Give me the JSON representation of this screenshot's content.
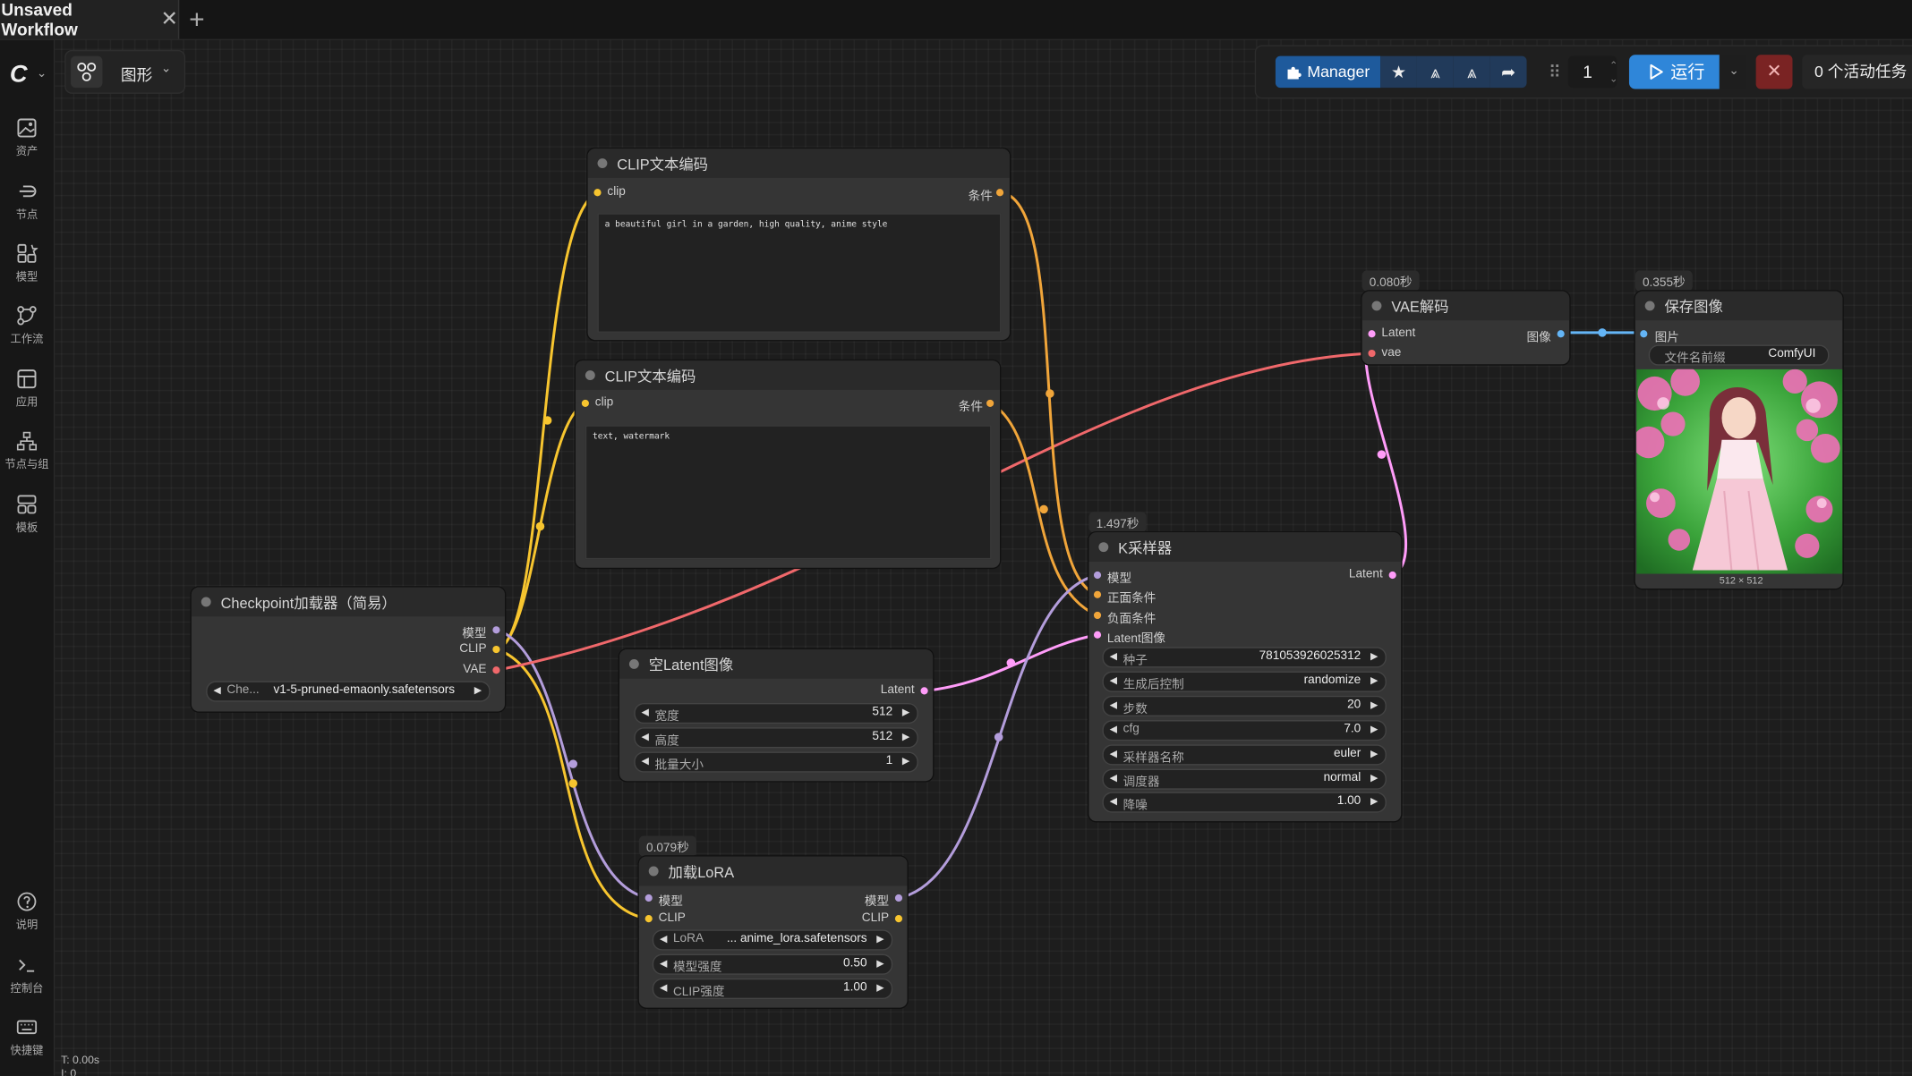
{
  "tabs": {
    "active": "Unsaved Workflow"
  },
  "sidebar": {
    "items": [
      {
        "label": "资产",
        "icon": "image-icon"
      },
      {
        "label": "节点",
        "icon": "node-icon"
      },
      {
        "label": "模型",
        "icon": "model-icon"
      },
      {
        "label": "工作流",
        "icon": "workflow-icon"
      },
      {
        "label": "应用",
        "icon": "app-icon"
      },
      {
        "label": "节点与组",
        "icon": "group-icon"
      },
      {
        "label": "模板",
        "icon": "template-icon"
      }
    ],
    "bottom": [
      {
        "label": "说明",
        "icon": "help-icon"
      },
      {
        "label": "控制台",
        "icon": "console-icon"
      },
      {
        "label": "快捷键",
        "icon": "keyboard-icon"
      }
    ]
  },
  "mode": {
    "label": "图形"
  },
  "toolbar": {
    "manager": "Manager",
    "batch": "1",
    "run": "运行",
    "queue": "0 个活动任务"
  },
  "nodes": {
    "clip1": {
      "title": "CLIP文本编码",
      "input": "clip",
      "output": "条件",
      "text": "a beautiful girl in a garden, high quality, anime style"
    },
    "clip2": {
      "title": "CLIP文本编码",
      "input": "clip",
      "output": "条件",
      "text": "text, watermark"
    },
    "checkpoint": {
      "title": "Checkpoint加载器（简易）",
      "outputs": [
        "模型",
        "CLIP",
        "VAE"
      ],
      "ckpt_label": "Che...",
      "ckpt_value": "v1-5-pruned-emaonly.safetensors"
    },
    "latent": {
      "title": "空Latent图像",
      "output": "Latent",
      "widgets": [
        {
          "label": "宽度",
          "value": "512"
        },
        {
          "label": "高度",
          "value": "512"
        },
        {
          "label": "批量大小",
          "value": "1"
        }
      ]
    },
    "ksampler": {
      "title": "K采样器",
      "time": "1.497秒",
      "inputs": [
        "模型",
        "正面条件",
        "负面条件",
        "Latent图像"
      ],
      "output": "Latent",
      "widgets": [
        {
          "label": "种子",
          "value": "781053926025312"
        },
        {
          "label": "生成后控制",
          "value": "randomize"
        },
        {
          "label": "步数",
          "value": "20"
        },
        {
          "label": "cfg",
          "value": "7.0"
        },
        {
          "label": "采样器名称",
          "value": "euler"
        },
        {
          "label": "调度器",
          "value": "normal"
        },
        {
          "label": "降噪",
          "value": "1.00"
        }
      ]
    },
    "vae": {
      "title": "VAE解码",
      "time": "0.080秒",
      "inputs": [
        "Latent",
        "vae"
      ],
      "output": "图像"
    },
    "save": {
      "title": "保存图像",
      "time": "0.355秒",
      "input": "图片",
      "prefix_label": "文件名前缀",
      "prefix_value": "ComfyUI",
      "image_size": "512 × 512"
    },
    "lora": {
      "title": "加载LoRA",
      "time": "0.079秒",
      "inputs": [
        "模型",
        "CLIP"
      ],
      "outputs": [
        "模型",
        "CLIP"
      ],
      "widgets": [
        {
          "label": "LoRA",
          "value": "... anime_lora.safetensors"
        },
        {
          "label": "模型强度",
          "value": "0.50"
        },
        {
          "label": "CLIP强度",
          "value": "1.00"
        }
      ]
    }
  },
  "status": {
    "line1": "T: 0.00s",
    "line2": "I: 0"
  },
  "colors": {
    "clip": "#f7c52f",
    "conditioning": "#f0a53a",
    "model": "#b39ddb",
    "vae": "#f0686b",
    "latent": "#ff9cf9",
    "image": "#64b5f6"
  }
}
